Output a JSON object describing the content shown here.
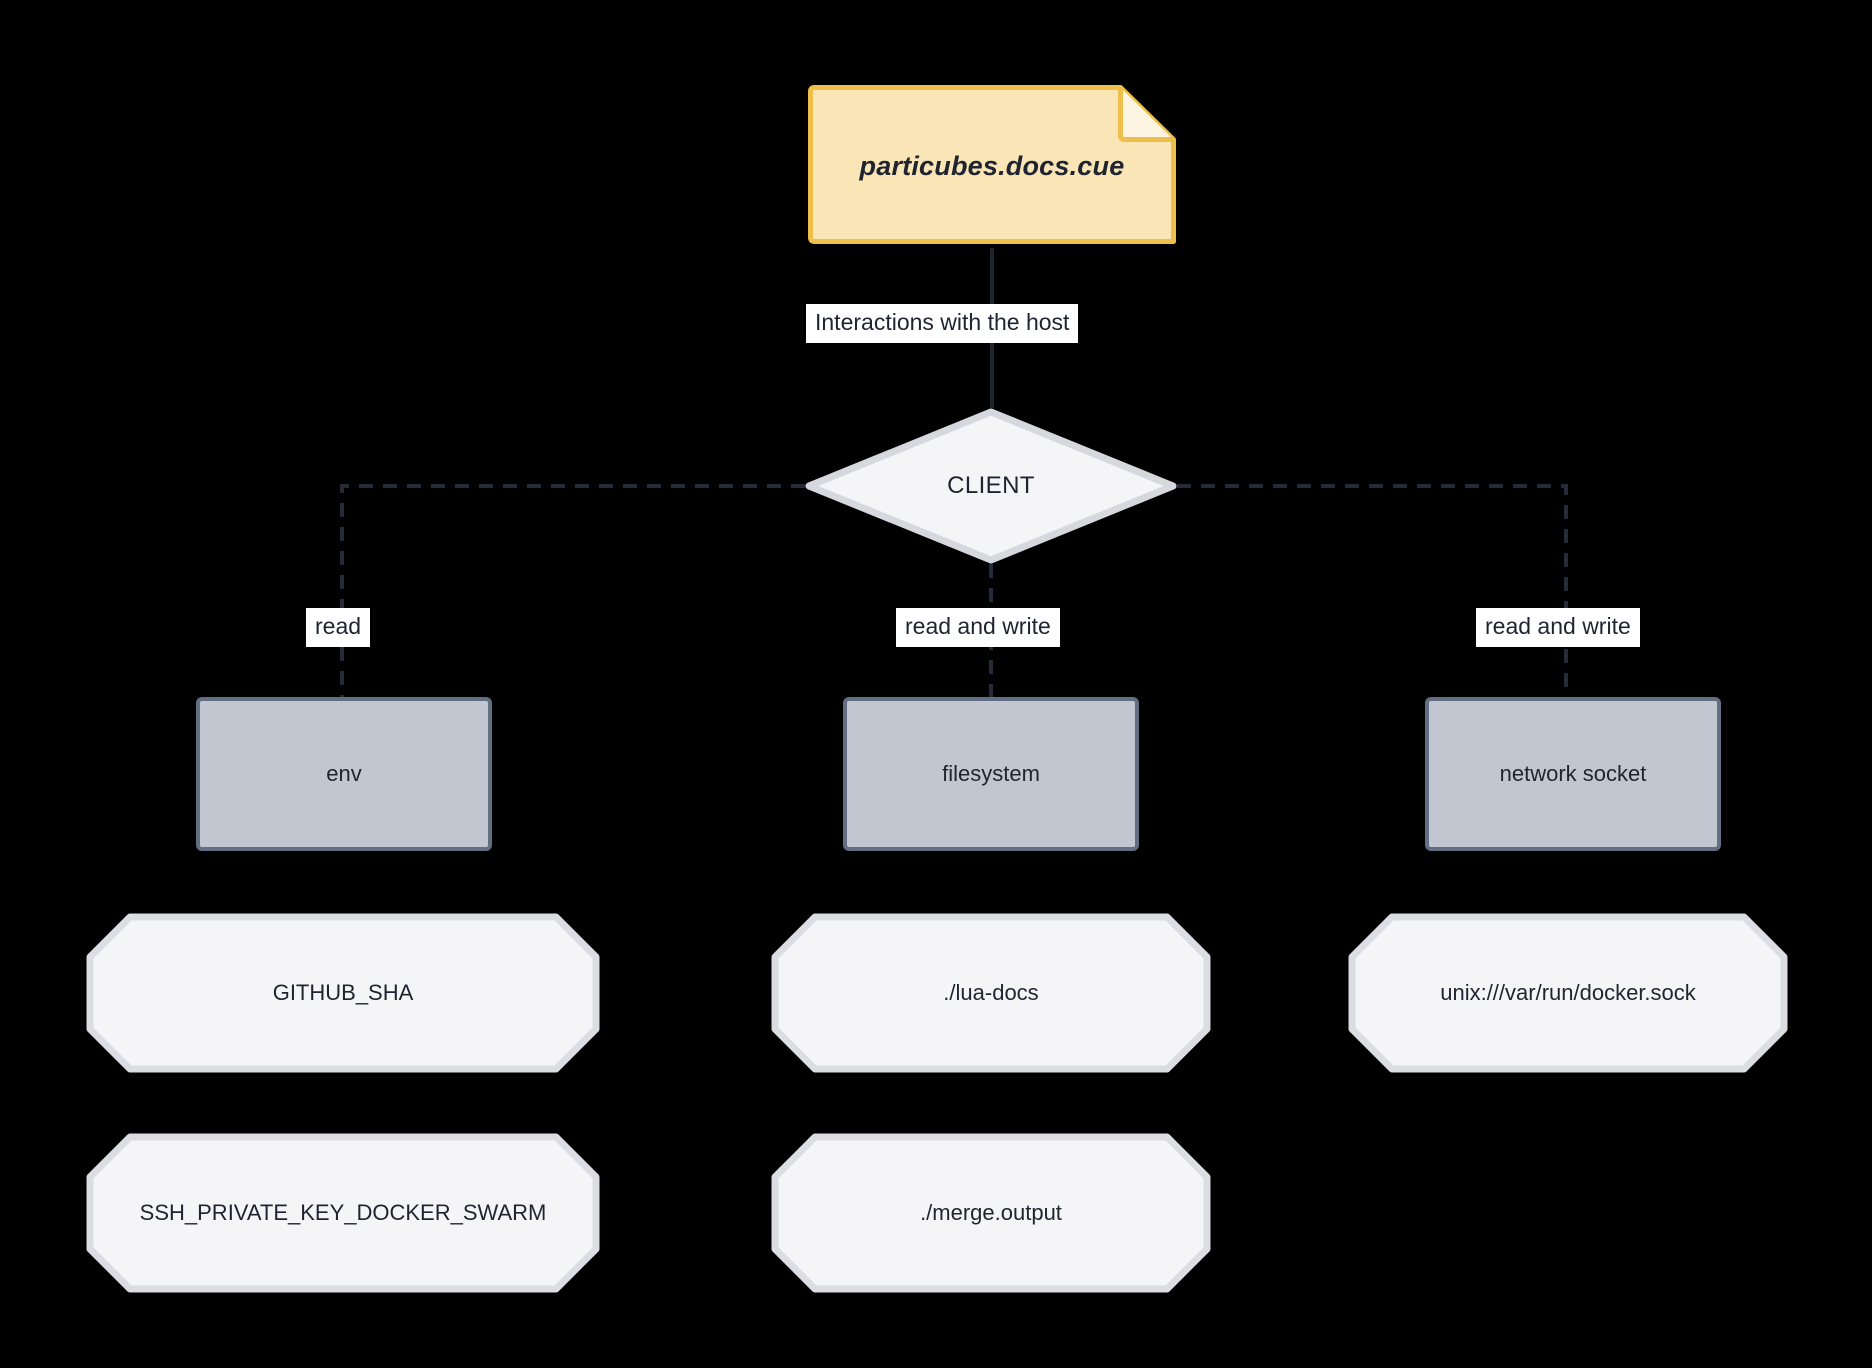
{
  "diagram": {
    "type": "flowchart",
    "title": "Interactions with the host",
    "background": "#000000",
    "nodes": {
      "note": {
        "label": "particubes.docs.cue",
        "shape": "note",
        "fill": "#fae5b6",
        "stroke": "#eec04b"
      },
      "client": {
        "label": "CLIENT",
        "shape": "diamond",
        "fill": "#f5f5f7",
        "stroke": "#d7d7de"
      },
      "env": {
        "label": "env",
        "shape": "rect",
        "fill": "#c2c6d0",
        "stroke": "#626e82"
      },
      "filesystem": {
        "label": "filesystem",
        "shape": "rect",
        "fill": "#c2c6d0",
        "stroke": "#626e82"
      },
      "socket": {
        "label": "network socket",
        "shape": "rect",
        "fill": "#c2c6d0",
        "stroke": "#626e82"
      },
      "github_sha": {
        "label": "GITHUB_SHA",
        "shape": "octagon",
        "fill": "#f5f5f7",
        "stroke": "#dcdce3"
      },
      "ssh_key": {
        "label": "SSH_PRIVATE_KEY_DOCKER_SWARM",
        "shape": "octagon",
        "fill": "#f5f5f7",
        "stroke": "#dcdce3"
      },
      "lua_docs": {
        "label": "./lua-docs",
        "shape": "octagon",
        "fill": "#f5f5f7",
        "stroke": "#dcdce3"
      },
      "merge_output": {
        "label": "./merge.output",
        "shape": "octagon",
        "fill": "#f5f5f7",
        "stroke": "#dcdce3"
      },
      "docker_sock": {
        "label": "unix:///var/run/docker.sock",
        "shape": "octagon",
        "fill": "#f5f5f7",
        "stroke": "#dcdce3"
      }
    },
    "edges": [
      {
        "from": "note",
        "to": "client",
        "label": "Interactions with the host",
        "style": "solid"
      },
      {
        "from": "client",
        "to": "env",
        "label": "read",
        "style": "dashed"
      },
      {
        "from": "client",
        "to": "filesystem",
        "label": "read and write",
        "style": "dashed"
      },
      {
        "from": "client",
        "to": "socket",
        "label": "read and write",
        "style": "dashed"
      }
    ]
  }
}
